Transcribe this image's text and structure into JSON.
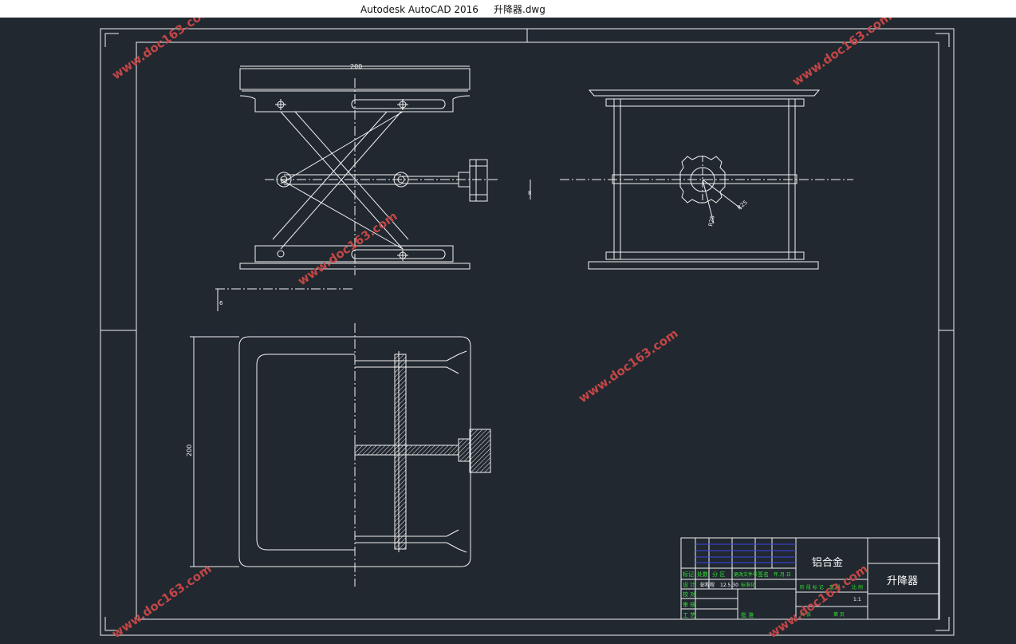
{
  "window": {
    "app_title": "Autodesk AutoCAD 2016",
    "file_name": "升降器.dwg"
  },
  "colors": {
    "background": "#212830",
    "line": "#f2f2f2",
    "title_block_text": "#32e032",
    "title_block_blue": "#3a45e8",
    "watermark": "#c24646"
  },
  "drawing": {
    "dimensions": {
      "top_width": "200",
      "bottom_height": "200",
      "offset_small": "8",
      "offset_small_2": "6",
      "radius_1": "R25",
      "radius_2": "R25"
    },
    "title_block": {
      "material": "铝合金",
      "part_name": "升降器",
      "scale": "1:1",
      "row_labels": {
        "marker": "标记",
        "count": "处数",
        "zone": "分 区",
        "doc_no": "更改文件号",
        "sign": "签名",
        "date": "年.月.日",
        "design": "设 计",
        "designer": "彭程程",
        "date_value": "12.5.30",
        "standardize": "标准化",
        "check": "校 对",
        "review": "审 核",
        "process": "工 艺",
        "approve": "批 准",
        "stage_label": "阶 段 标 记",
        "weight_label": "重 量",
        "ratio_label": "比 例",
        "sheets_total": "共   张",
        "sheet_no": "第   页"
      }
    },
    "watermark_text": "www.doc163.com"
  }
}
